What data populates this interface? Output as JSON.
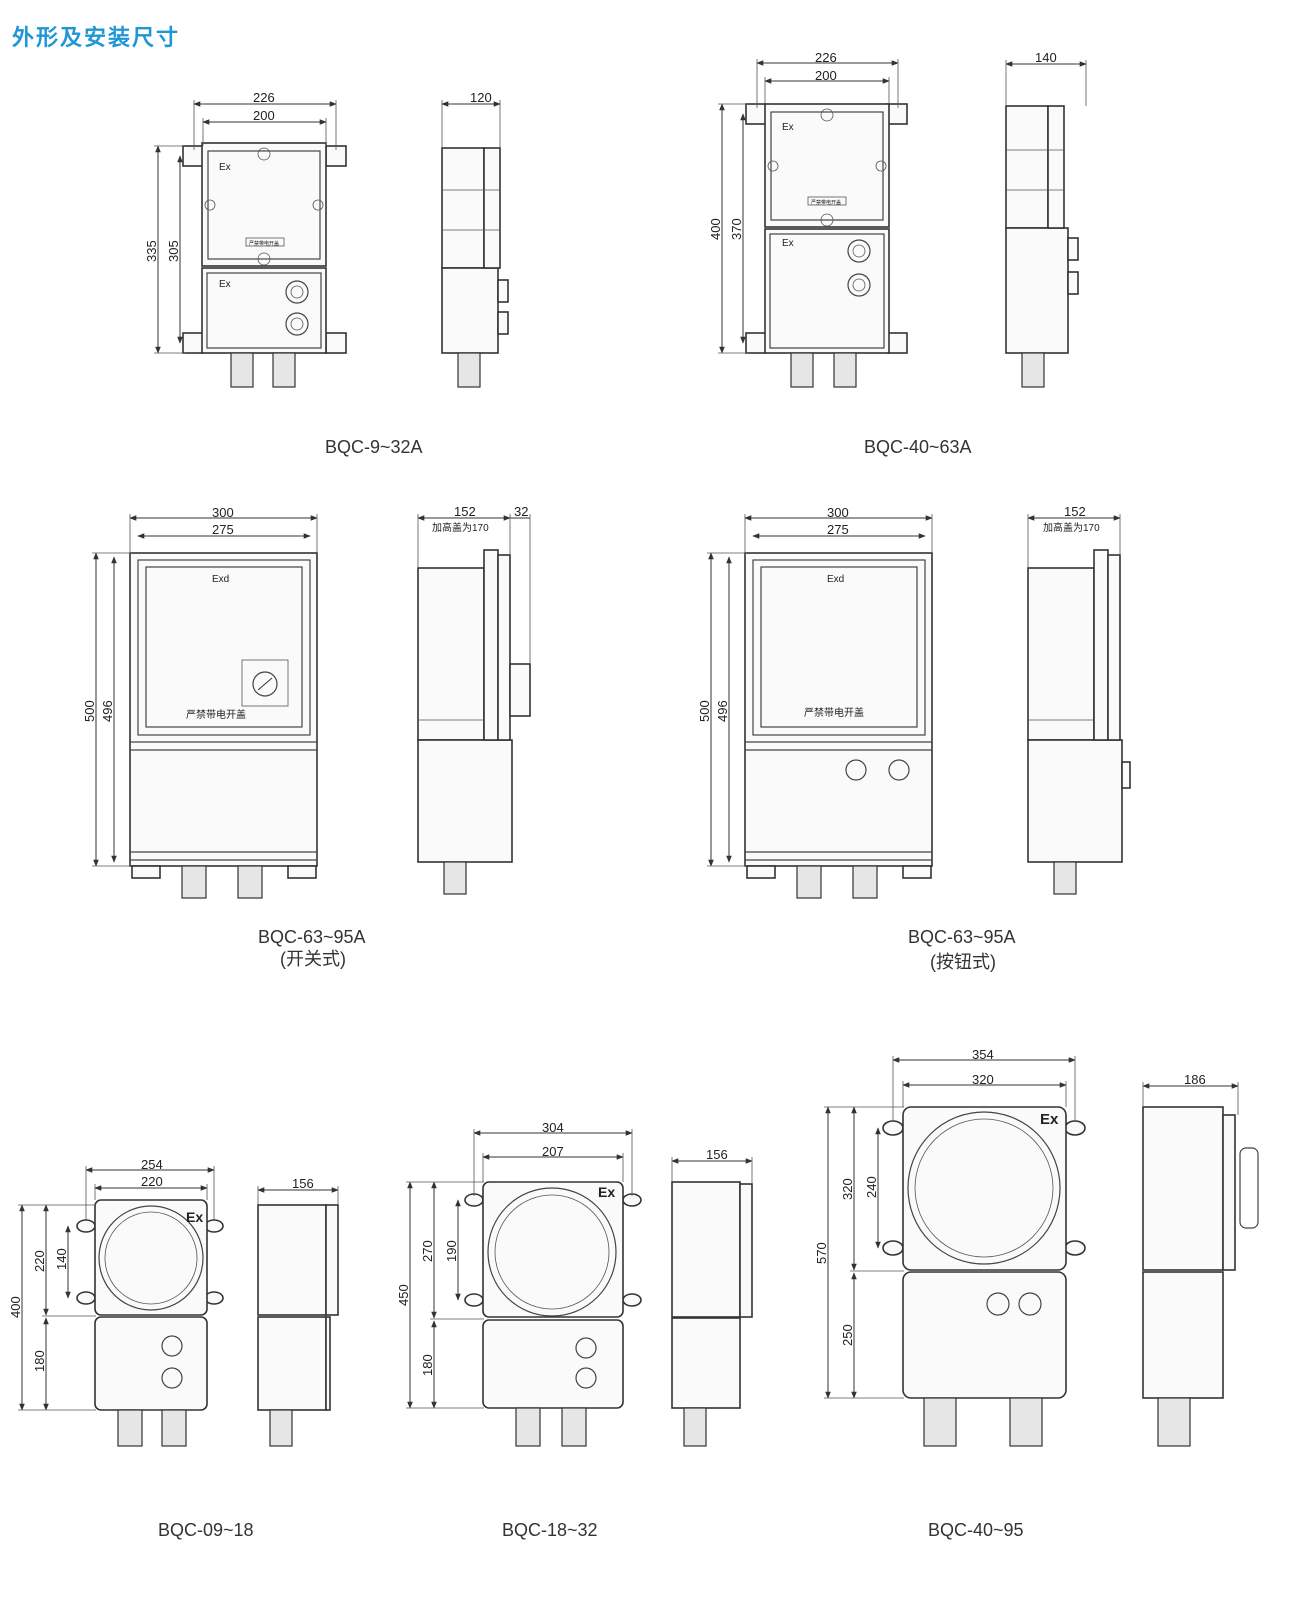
{
  "page": {
    "title": "外形及安装尺寸"
  },
  "colors": {
    "title": "#1f97d4",
    "line": "#333333"
  },
  "models": [
    {
      "caption": "BQC-9~32A",
      "front_label_top": "Ex",
      "front_label_bottom": "Ex",
      "plate": "严禁带电开盖",
      "dims": {
        "width_outer": "226",
        "width_inner": "200",
        "depth": "120",
        "height_outer": "335",
        "height_inner": "305"
      }
    },
    {
      "caption": "BQC-40~63A",
      "front_label_top": "Ex",
      "front_label_bottom": "Ex",
      "plate": "严禁带电开盖",
      "dims": {
        "width_outer": "226",
        "width_inner": "200",
        "depth": "140",
        "height_outer": "400",
        "height_inner": "370"
      }
    },
    {
      "caption": "BQC-63~95A",
      "subcaption": "(开关式)",
      "label": "Exd",
      "plate": "严禁带电开盖",
      "dims": {
        "width_outer": "300",
        "width_inner": "275",
        "depth": "152",
        "depth_extra": "32",
        "note": "加高盖为170",
        "height_outer": "500",
        "height_inner": "496"
      }
    },
    {
      "caption": "BQC-63~95A",
      "subcaption": "(按钮式)",
      "label": "Exd",
      "plate": "严禁带电开盖",
      "dims": {
        "width_outer": "300",
        "width_inner": "275",
        "depth": "152",
        "note": "加高盖为170",
        "height_outer": "500",
        "height_inner": "496"
      }
    },
    {
      "caption": "BQC-09~18",
      "label": "Ex",
      "dims": {
        "width_outer": "254",
        "width_inner": "220",
        "depth": "156",
        "height_total": "400",
        "height_top": "220",
        "mount_spacing": "140",
        "height_bottom": "180"
      }
    },
    {
      "caption": "BQC-18~32",
      "label": "Ex",
      "dims": {
        "width_outer": "304",
        "width_inner": "207",
        "depth": "156",
        "height_total": "450",
        "height_top": "270",
        "mount_spacing": "190",
        "height_bottom": "180"
      }
    },
    {
      "caption": "BQC-40~95",
      "label": "Ex",
      "dims": {
        "width_outer": "354",
        "width_inner": "320",
        "depth": "186",
        "height_total": "570",
        "height_top": "320",
        "mount_spacing": "240",
        "height_bottom": "250"
      }
    }
  ]
}
